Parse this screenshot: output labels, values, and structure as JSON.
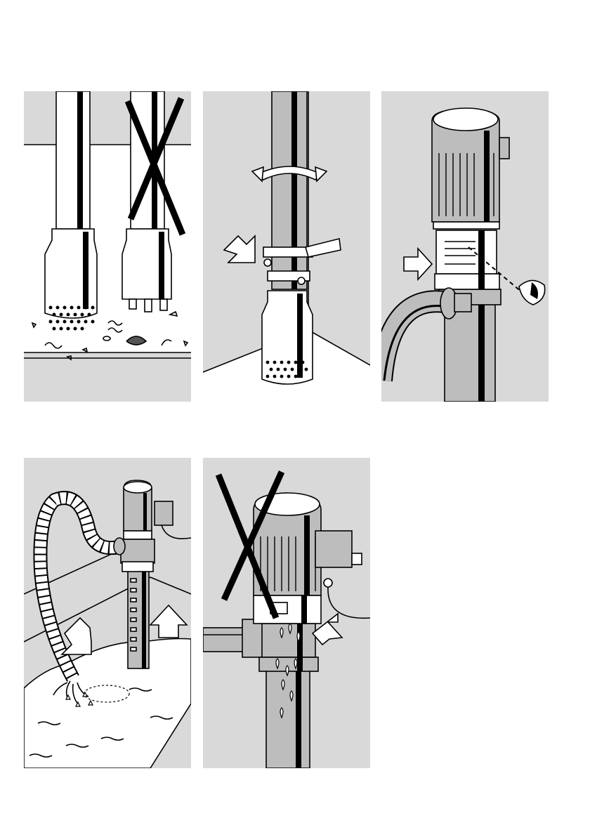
{
  "page": {
    "background": "#ffffff",
    "panel_background": "#d9d9d9",
    "line_color": "#000000",
    "panels": [
      {
        "id": "panel-1",
        "icons": [
          "pump-intake-correct-icon",
          "pump-intake-incorrect-icon",
          "debris-icon",
          "cross-mark-icon"
        ]
      },
      {
        "id": "panel-2",
        "icons": [
          "rotation-arrow-icon",
          "mounting-clamp-icon",
          "pointer-arrow-icon"
        ]
      },
      {
        "id": "panel-3",
        "icons": [
          "pump-motor-icon",
          "lubrication-icon",
          "pointer-arrow-icon"
        ]
      },
      {
        "id": "panel-4",
        "icons": [
          "pump-in-liquid-icon",
          "discharge-hose-icon",
          "up-arrow-icon",
          "down-left-arrow-icon"
        ]
      },
      {
        "id": "panel-5",
        "icons": [
          "leaking-seal-icon",
          "cross-mark-icon",
          "pointer-arrow-icon"
        ]
      }
    ]
  }
}
